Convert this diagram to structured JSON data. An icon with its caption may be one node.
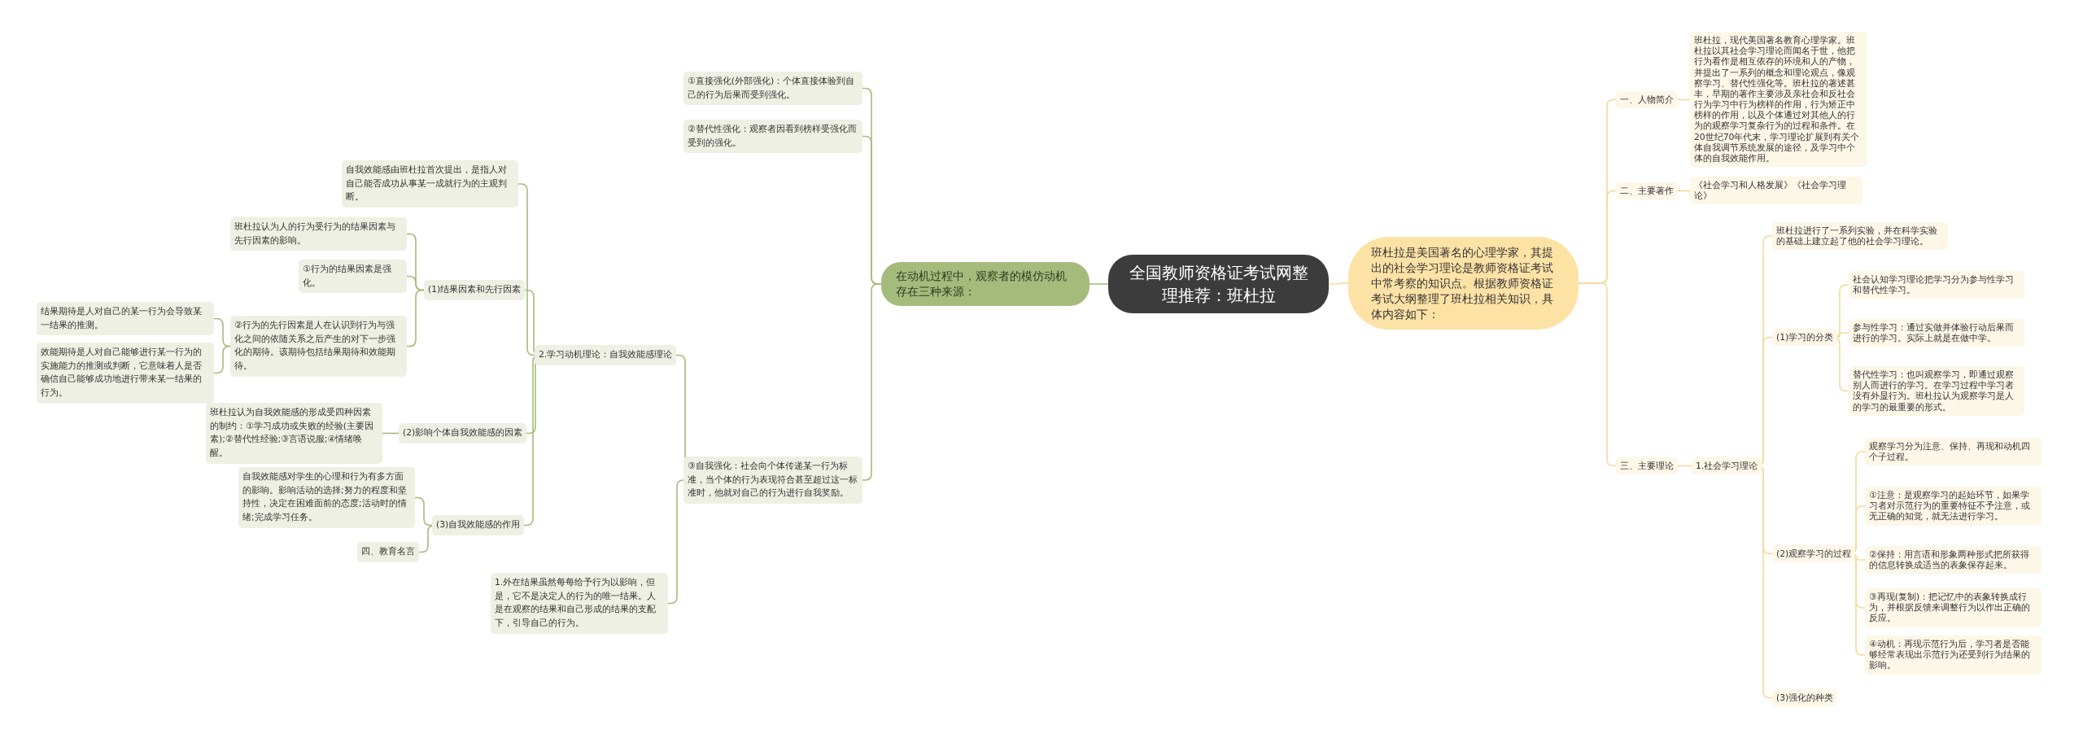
{
  "diagram": {
    "nodes": [
      {
        "text": [
          "全国教师资格证考试网整理推荐：班杜拉"
        ]
      },
      {
        "text": [
          "班杜拉是美国著名的心理学家，其提出的社会学习理论是教师资格证考试中常考察的知识点。根据教师资格证考试大纲整理了班杜拉相关知识，具体内容如下："
        ]
      },
      {
        "text": [
          "一、人物简介"
        ]
      },
      {
        "text": [
          "班杜拉，现代美国著名教育心理学家。班杜拉以其社会学习理论而闻名于世，他把行为看作是相互依存的环境和人的产物，并提出了一系列的概念和理论观点，像观察学习、替代性强化等。班杜拉的著述甚丰，早期的著作主要涉及亲社会和反社会行为学习中行为榜样的作用，行为矫正中榜样的作用，以及个体通过对其他人的行为的观察学习复杂行为的过程和条件。在20世纪70年代末，学习理论扩展到有关个体自我调节系统发展的途径，及学习中个体的自我效能作用。"
        ]
      },
      {
        "text": [
          "二、主要著作"
        ]
      },
      {
        "text": [
          "《社会学习和人格发展》《社会学习理论》"
        ]
      },
      {
        "text": [
          "三、主要理论"
        ]
      },
      {
        "text": [
          "1.社会学习理论"
        ]
      },
      {
        "text": [
          "班杜拉进行了一系列实验，并在科学实验的基础上建立起了他的社会学习理论。"
        ]
      },
      {
        "text": [
          "(1)学习的分类"
        ]
      },
      {
        "text": [
          "社会认知学习理论把学习分为参与性学习和替代性学习。"
        ]
      },
      {
        "text": [
          "参与性学习：通过实做并体验行动后果而进行的学习。实际上就是在做中学。"
        ]
      },
      {
        "text": [
          "替代性学习：也叫观察学习，即通过观察别人而进行的学习。在学习过程中学习者没有外显行为。班杜拉认为观察学习是人的学习的最重要的形式。"
        ]
      },
      {
        "text": [
          "(2)观察学习的过程"
        ]
      },
      {
        "text": [
          "观察学习分为注意、保持、再现和动机四个子过程。"
        ]
      },
      {
        "text": [
          "①注意：是观察学习的起始环节，如果学习者对示范行为的重要特征不予注意，或无正确的知觉，就无法进行学习。"
        ]
      },
      {
        "text": [
          "②保持：用言语和形象两种形式把所获得的信息转换成适当的表象保存起来。"
        ]
      },
      {
        "text": [
          "③再现(复制)：把记忆中的表象转换成行为，并根据反馈来调整行为以作出正确的反应。"
        ]
      },
      {
        "text": [
          "④动机：再现示范行为后，学习者是否能够经常表现出示范行为还受到行为结果的影响。"
        ]
      },
      {
        "text": [
          "(3)强化的种类"
        ]
      },
      {
        "text": [
          "在动机过程中，观察者的模仿动机存在三种来源："
        ]
      },
      {
        "text": [
          "①直接强化(外部强化)：个体直接体验到自己的行为后果而受到强化。"
        ]
      },
      {
        "text": [
          "②替代性强化：观察者因看到榜样受强化而受到的强化。"
        ]
      },
      {
        "text": [
          "③自我强化：社会向个体传递某一行为标准，当个体的行为表现符合甚至超过这一标准时，他就对自己的行为进行自我奖励。"
        ]
      },
      {
        "text": [
          "2.学习动机理论：自我效能感理论"
        ]
      },
      {
        "text": [
          "1.外在结果虽然每每给予行为以影响，但是，它不是决定人的行为的唯一结果。人是在观察的结果和自己形成的结果的支配下，引导自己的行为。"
        ]
      },
      {
        "text": [
          "自我效能感由班杜拉首次提出，是指人对自己能否成功从事某一成就行为的主观判断。"
        ]
      },
      {
        "text": [
          "(1)结果因素和先行因素"
        ]
      },
      {
        "text": [
          "班杜拉认为人的行为受行为的结果因素与先行因素的影响。"
        ]
      },
      {
        "text": [
          "①行为的结果因素是强化。"
        ]
      },
      {
        "text": [
          "②行为的先行因素是人在认识到行为与强化之间的依随关系之后产生的对下一步强化的期待。该期待包括结果期待和效能期待。"
        ]
      },
      {
        "text": [
          "结果期待是人对自己的某一行为会导致某一结果的推测。"
        ]
      },
      {
        "text": [
          "效能期待是人对自己能够进行某一行为的实施能力的推测或判断，它意味着人是否确信自己能够成功地进行带来某一结果的行为。"
        ]
      },
      {
        "text": [
          "(2)影响个体自我效能感的因素"
        ]
      },
      {
        "text": [
          "班杜拉认为自我效能感的形成受四种因素的制约：①学习成功或失败的经验(主要因素);②替代性经验;③言语说服;④情绪唤醒。"
        ]
      },
      {
        "text": [
          "(3)自我效能感的作用"
        ]
      },
      {
        "text": [
          "自我效能感对学生的心理和行为有多方面的影响。影响活动的选择;努力的程度和坚持性，决定在困难面前的态度;活动时的情绪;完成学习任务。"
        ]
      },
      {
        "text": [
          "四、教育名言"
        ]
      }
    ],
    "edges": [
      {
        "from": 0,
        "to": 1,
        "arrow": "none",
        "color": "#f5d99a"
      },
      {
        "from": 1,
        "to": 2,
        "arrow": "none",
        "color": "#f5d99a"
      },
      {
        "from": 2,
        "to": 3,
        "arrow": "none",
        "color": "#f5d99a"
      },
      {
        "from": 1,
        "to": 4,
        "arrow": "none",
        "color": "#f5d99a"
      },
      {
        "from": 4,
        "to": 5,
        "arrow": "none",
        "color": "#f5d99a"
      },
      {
        "from": 1,
        "to": 6,
        "arrow": "none",
        "color": "#f5d99a"
      },
      {
        "from": 6,
        "to": 7,
        "arrow": "none",
        "color": "#f5d99a"
      },
      {
        "from": 7,
        "to": 8,
        "arrow": "none",
        "color": "#f5d99a"
      },
      {
        "from": 7,
        "to": 9,
        "arrow": "none",
        "color": "#f5d99a"
      },
      {
        "from": 9,
        "to": 10,
        "arrow": "none",
        "color": "#f5d99a"
      },
      {
        "from": 9,
        "to": 11,
        "arrow": "none",
        "color": "#f5d99a"
      },
      {
        "from": 9,
        "to": 12,
        "arrow": "none",
        "color": "#f5d99a"
      },
      {
        "from": 7,
        "to": 13,
        "arrow": "none",
        "color": "#f5d99a"
      },
      {
        "from": 13,
        "to": 14,
        "arrow": "none",
        "color": "#f5d99a"
      },
      {
        "from": 13,
        "to": 15,
        "arrow": "none",
        "color": "#f5d99a"
      },
      {
        "from": 13,
        "to": 16,
        "arrow": "none",
        "color": "#f5d99a"
      },
      {
        "from": 13,
        "to": 17,
        "arrow": "none",
        "color": "#f5d99a"
      },
      {
        "from": 13,
        "to": 18,
        "arrow": "none",
        "color": "#f5d99a"
      },
      {
        "from": 7,
        "to": 19,
        "arrow": "none",
        "color": "#f5d99a"
      },
      {
        "from": 0,
        "to": 20,
        "arrow": "none",
        "color": "#a5bb7c"
      },
      {
        "from": 20,
        "to": 21,
        "arrow": "none",
        "color": "#a5bb7c"
      },
      {
        "from": 20,
        "to": 22,
        "arrow": "none",
        "color": "#a5bb7c"
      },
      {
        "from": 20,
        "to": 23,
        "arrow": "none",
        "color": "#a5bb7c"
      },
      {
        "from": 23,
        "to": 24,
        "arrow": "none",
        "color": "#a5bb7c"
      },
      {
        "from": 23,
        "to": 25,
        "arrow": "none",
        "color": "#a5bb7c"
      },
      {
        "from": 24,
        "to": 26,
        "arrow": "none",
        "color": "#a5bb7c"
      },
      {
        "from": 24,
        "to": 27,
        "arrow": "none",
        "color": "#a5bb7c"
      },
      {
        "from": 27,
        "to": 28,
        "arrow": "none",
        "color": "#a5bb7c"
      },
      {
        "from": 27,
        "to": 29,
        "arrow": "none",
        "color": "#a5bb7c"
      },
      {
        "from": 27,
        "to": 30,
        "arrow": "none",
        "color": "#a5bb7c"
      },
      {
        "from": 30,
        "to": 31,
        "arrow": "none",
        "color": "#a5bb7c"
      },
      {
        "from": 30,
        "to": 32,
        "arrow": "none",
        "color": "#a5bb7c"
      },
      {
        "from": 24,
        "to": 33,
        "arrow": "none",
        "color": "#a5bb7c"
      },
      {
        "from": 33,
        "to": 34,
        "arrow": "none",
        "color": "#a5bb7c"
      },
      {
        "from": 24,
        "to": 35,
        "arrow": "none",
        "color": "#a5bb7c"
      },
      {
        "from": 35,
        "to": 36,
        "arrow": "none",
        "color": "#a5bb7c"
      },
      {
        "from": 35,
        "to": 37,
        "arrow": "none",
        "color": "#a5bb7c"
      }
    ]
  }
}
